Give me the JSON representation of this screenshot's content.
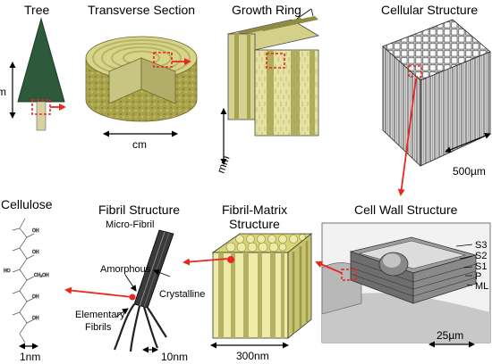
{
  "titles": {
    "tree": "Tree",
    "transverse": "Transverse Section",
    "growth_ring": "Growth Ring",
    "cellular": "Cellular Structure",
    "cellulose": "Cellulose",
    "fibril": "Fibril Structure",
    "fibril_matrix_1": "Fibril-Matrix",
    "fibril_matrix_2": "Structure",
    "cell_wall": "Cell Wall Structure"
  },
  "scales": {
    "tree": "m",
    "transverse": "cm",
    "growth_ring": "mm",
    "cellular": "500µm",
    "cellulose": "1nm",
    "fibril": "10nm",
    "fibril_matrix": "300nm",
    "cell_wall": "25µm"
  },
  "fibril_labels": {
    "micro": "Micro-Fibril",
    "amorphous": "Amorphous",
    "crystalline": "Crystalline",
    "elementary_1": "Elementary",
    "elementary_2": "Fibrils"
  },
  "layers": [
    "S3",
    "S2",
    "S1",
    "P",
    "ML"
  ],
  "colors": {
    "arrow": "#e8281e",
    "tree_crown": "#2d5a3a",
    "wood_light": "#e6dc8e",
    "wood_dark": "#a8a64e",
    "bark": "#a8a24a"
  }
}
